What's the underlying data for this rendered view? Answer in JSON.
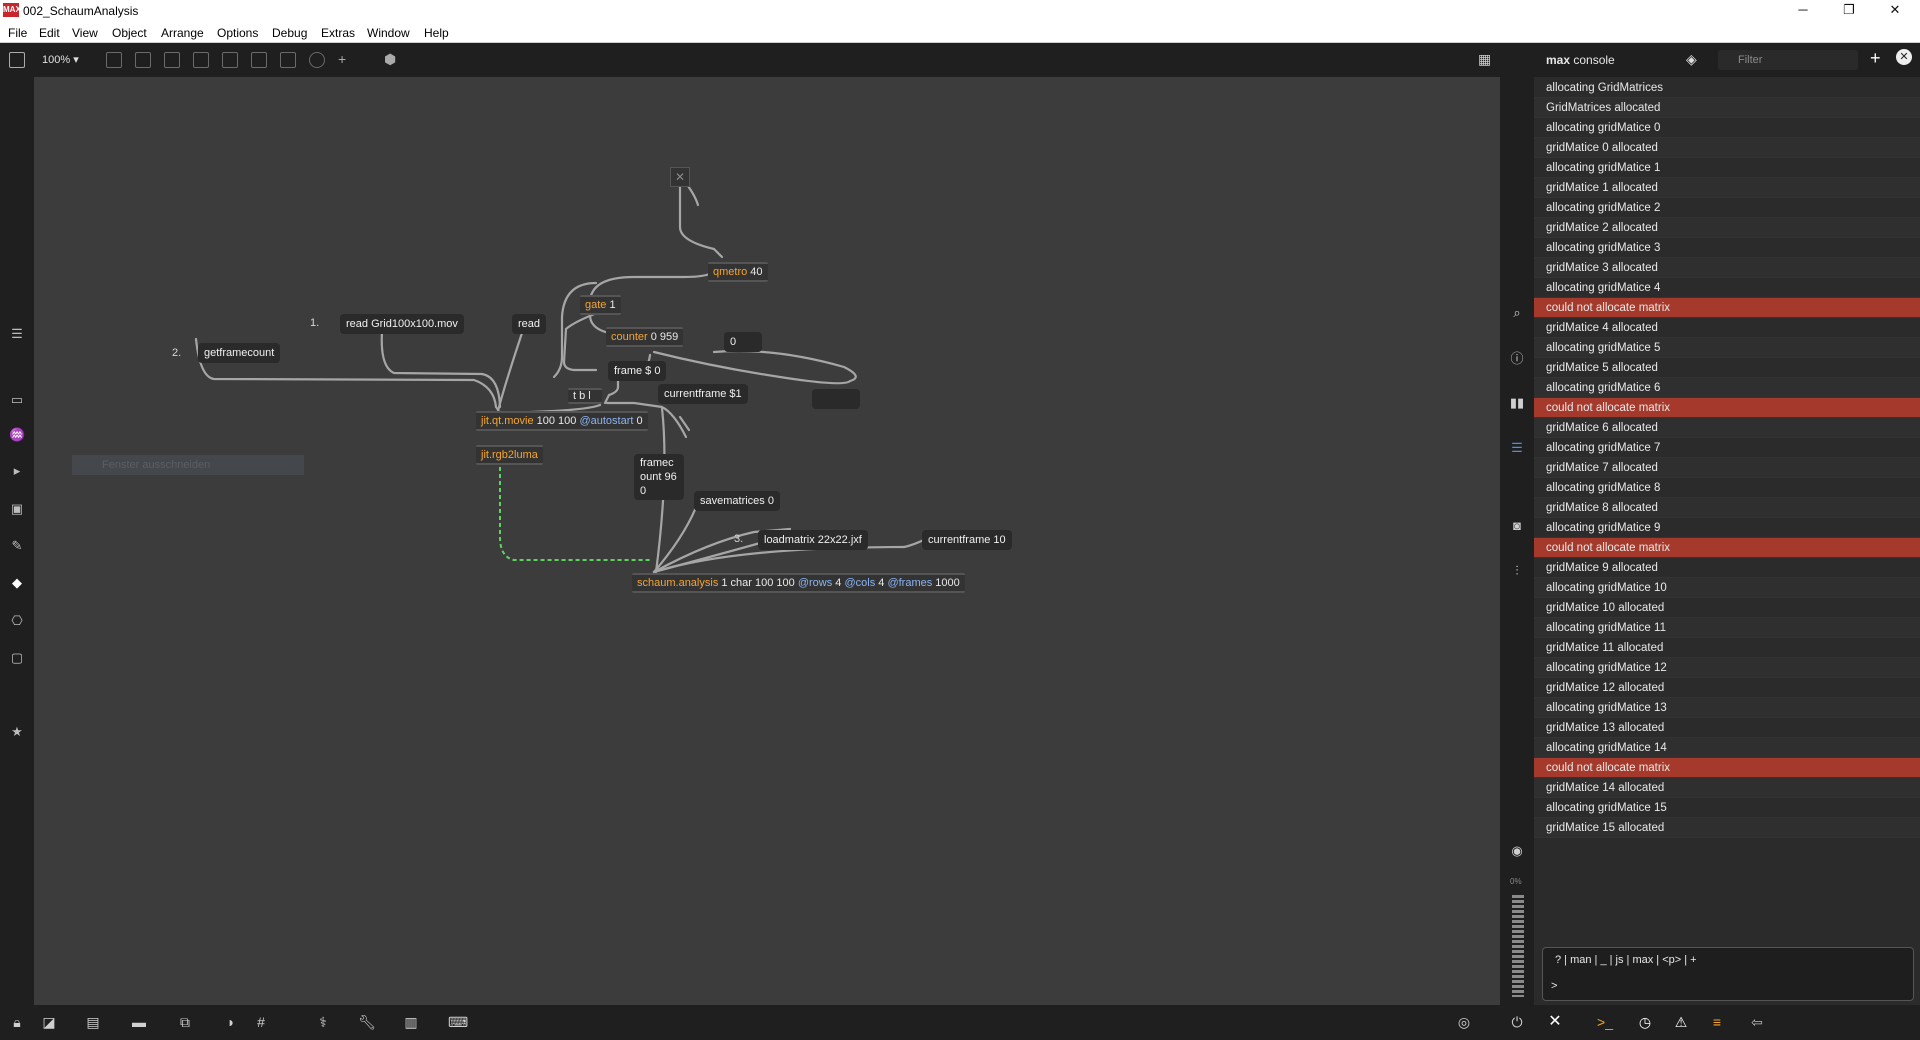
{
  "window": {
    "title": "002_SchaumAnalysis",
    "app_icon": "MAX"
  },
  "menu": [
    "File",
    "Edit",
    "View",
    "Object",
    "Arrange",
    "Options",
    "Debug",
    "Extras",
    "Window",
    "Help"
  ],
  "toolbar": {
    "zoom": "100% ▾"
  },
  "patch": {
    "comment_1": "1.",
    "comment_2": "2.",
    "comment_3": "3.",
    "msg_read_file": "read Grid100x100.mov",
    "msg_read": "read",
    "msg_getframecount": "getframecount",
    "obj_qmetro": "qmetro",
    "obj_qmetro_arg": " 40",
    "obj_gate": "gate",
    "obj_gate_arg": " 1",
    "obj_counter": "counter",
    "obj_counter_arg": " 0 959",
    "num_zero": "0",
    "msg_frame": "frame $ 0",
    "obj_tbl": "t b l",
    "msg_currentframe_var": "currentframe $1",
    "obj_movie": "jit.qt.movie",
    "obj_movie_args": " 100 100 ",
    "obj_movie_attr": "@autostart",
    "obj_movie_attr_val": " 0",
    "obj_rgb2luma": "jit.rgb2luma",
    "msg_framecount": "framec ount 960",
    "msg_savematrices": "savematrices 0",
    "msg_loadmatrix": "loadmatrix 22x22.jxf",
    "msg_currentframe_10": "currentframe 10",
    "obj_schaum": "schaum.analysis",
    "obj_schaum_args": " 1 char 100 100 ",
    "obj_schaum_rows": "@rows",
    "obj_schaum_rows_val": " 4 ",
    "obj_schaum_cols": "@cols",
    "obj_schaum_cols_val": " 4 ",
    "obj_schaum_frames": "@frames",
    "obj_schaum_frames_val": " 1000",
    "ghost_text": "Fenster ausschneiden"
  },
  "console": {
    "title_bold": "max",
    "title_rest": " console",
    "filter_placeholder": "Filter",
    "rows": [
      {
        "text": "allocating GridMatrices",
        "error": false
      },
      {
        "text": "GridMatrices allocated",
        "error": false
      },
      {
        "text": "allocating gridMatice  0",
        "error": false
      },
      {
        "text": "gridMatice 0 allocated",
        "error": false
      },
      {
        "text": "allocating gridMatice  1",
        "error": false
      },
      {
        "text": "gridMatice 1 allocated",
        "error": false
      },
      {
        "text": "allocating gridMatice  2",
        "error": false
      },
      {
        "text": "gridMatice 2 allocated",
        "error": false
      },
      {
        "text": "allocating gridMatice  3",
        "error": false
      },
      {
        "text": "gridMatice 3 allocated",
        "error": false
      },
      {
        "text": "allocating gridMatice  4",
        "error": false
      },
      {
        "text": "could not allocate matrix",
        "error": true
      },
      {
        "text": "gridMatice 4 allocated",
        "error": false
      },
      {
        "text": "allocating gridMatice  5",
        "error": false
      },
      {
        "text": "gridMatice 5 allocated",
        "error": false
      },
      {
        "text": "allocating gridMatice  6",
        "error": false
      },
      {
        "text": "could not allocate matrix",
        "error": true
      },
      {
        "text": "gridMatice 6 allocated",
        "error": false
      },
      {
        "text": "allocating gridMatice  7",
        "error": false
      },
      {
        "text": "gridMatice 7 allocated",
        "error": false
      },
      {
        "text": "allocating gridMatice  8",
        "error": false
      },
      {
        "text": "gridMatice 8 allocated",
        "error": false
      },
      {
        "text": "allocating gridMatice  9",
        "error": false
      },
      {
        "text": "could not allocate matrix",
        "error": true
      },
      {
        "text": "gridMatice 9 allocated",
        "error": false
      },
      {
        "text": "allocating gridMatice  10",
        "error": false
      },
      {
        "text": "gridMatice 10 allocated",
        "error": false
      },
      {
        "text": "allocating gridMatice  11",
        "error": false
      },
      {
        "text": "gridMatice 11 allocated",
        "error": false
      },
      {
        "text": "allocating gridMatice  12",
        "error": false
      },
      {
        "text": "gridMatice 12 allocated",
        "error": false
      },
      {
        "text": "allocating gridMatice  13",
        "error": false
      },
      {
        "text": "gridMatice 13 allocated",
        "error": false
      },
      {
        "text": "allocating gridMatice  14",
        "error": false
      },
      {
        "text": "could not allocate matrix",
        "error": true
      },
      {
        "text": "gridMatice 14 allocated",
        "error": false
      },
      {
        "text": "allocating gridMatice  15",
        "error": false
      },
      {
        "text": "gridMatice 15 allocated",
        "error": false
      }
    ],
    "input_shortcuts": "?  |  man  |  _  |  js  |  max  |  <p>  |  +",
    "input_prompt": ">",
    "meter_label": "0%"
  },
  "colors": {
    "error_row": "#a53a2c",
    "object_text_orange": "#f4a531",
    "attr_blue": "#8bb4f2",
    "patch_bg": "#3c3c3c",
    "signal_cord": "#5fd35f"
  }
}
